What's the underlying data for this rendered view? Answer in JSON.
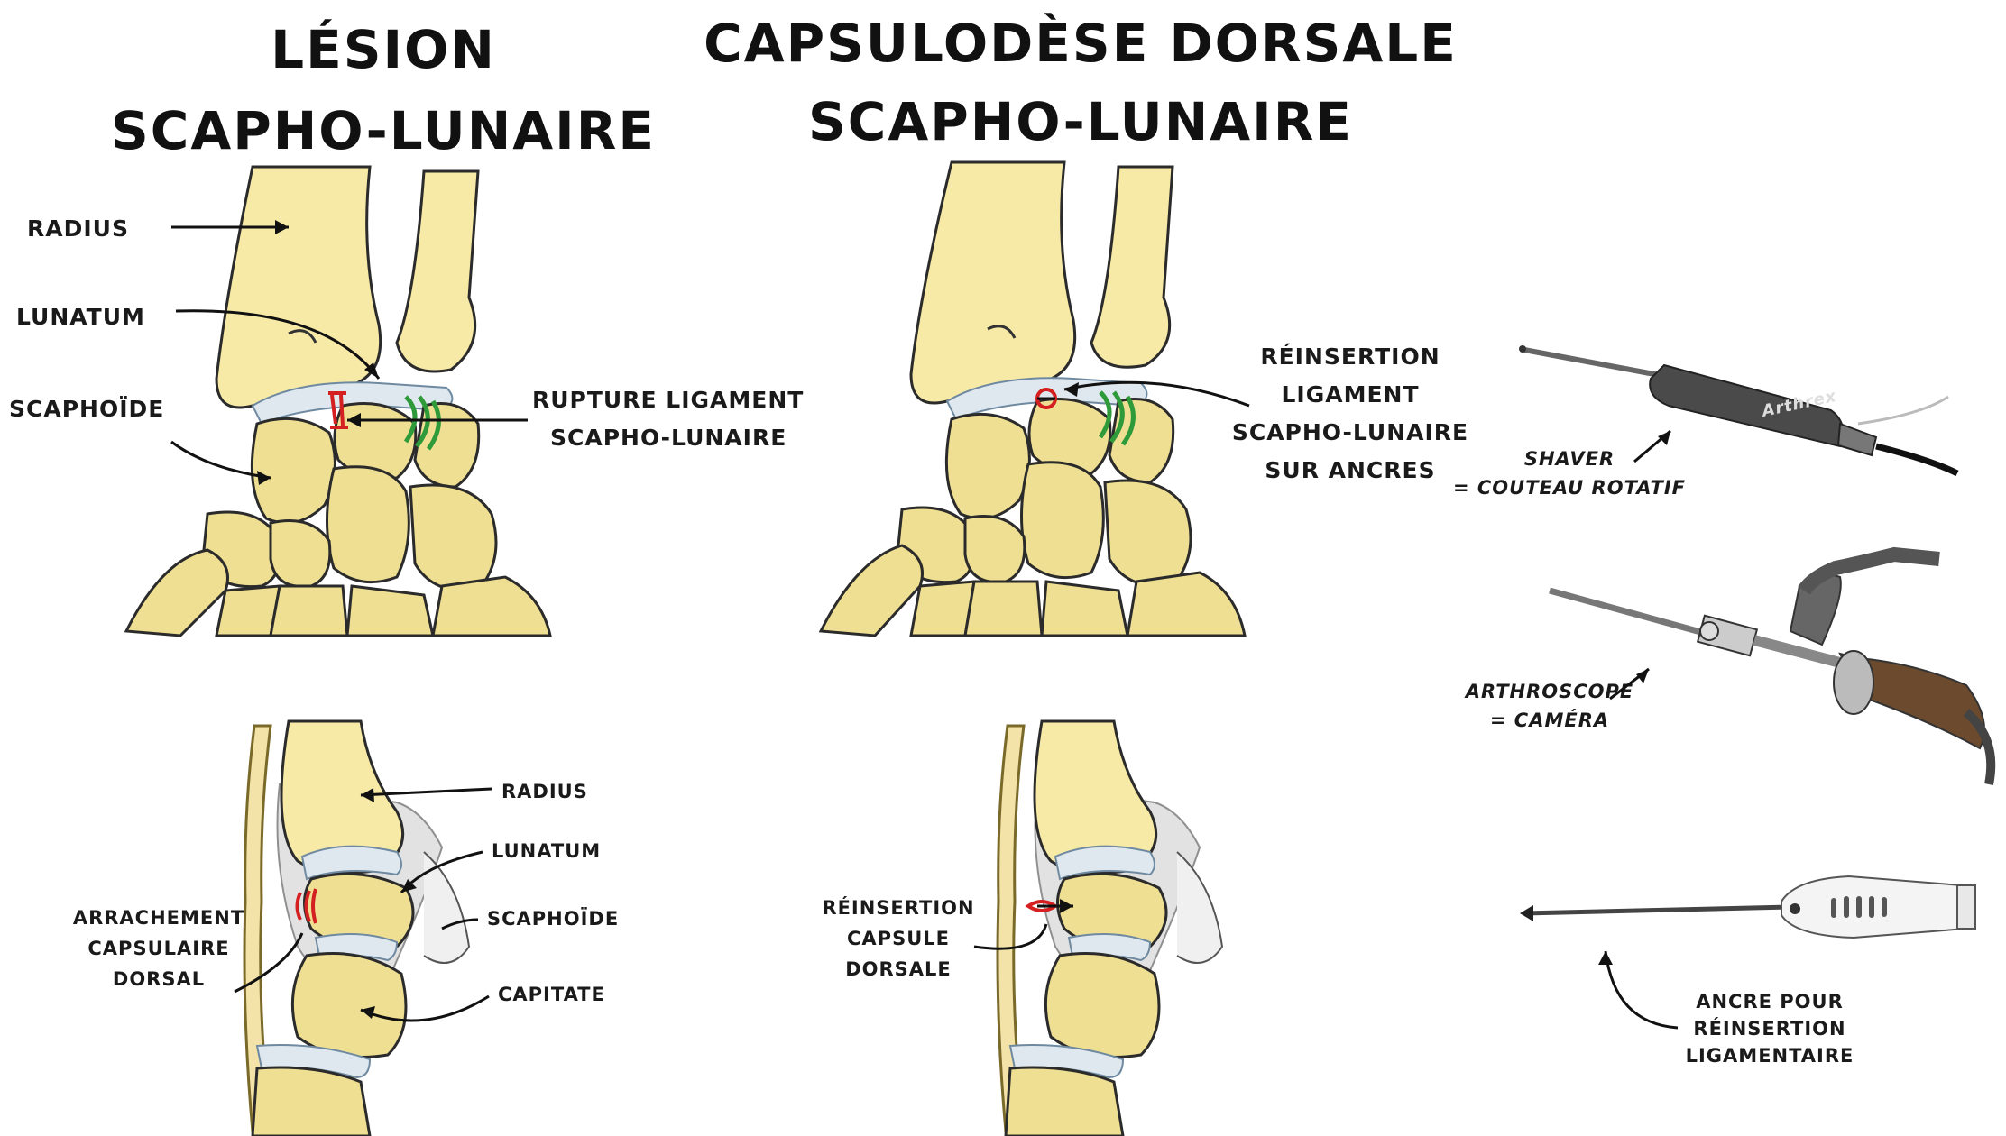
{
  "titles": {
    "left_line1": "LÉSION",
    "left_line2": "SCAPHO-LUNAIRE",
    "center_line1": "CAPSULODÈSE DORSALE",
    "center_line2": "SCAPHO-LUNAIRE"
  },
  "front_left_labels": {
    "radius": "RADIUS",
    "lunatum": "LUNATUM",
    "scaphoide": "SCAPHOÏDE",
    "rupture_line1": "RUPTURE LIGAMENT",
    "rupture_line2": "SCAPHO-LUNAIRE"
  },
  "front_center_labels": {
    "line1": "RÉINSERTION",
    "line2": "LIGAMENT",
    "line3": "SCAPHO-LUNAIRE",
    "line4": "SUR ANCRES"
  },
  "side_left_labels": {
    "radius": "RADIUS",
    "lunatum": "LUNATUM",
    "scaphoide": "SCAPHOÏDE",
    "capitate": "CAPITATE",
    "arrachement_line1": "ARRACHEMENT",
    "arrachement_line2": "CAPSULAIRE",
    "arrachement_line3": "DORSAL"
  },
  "side_center_labels": {
    "line1": "RÉINSERTION",
    "line2": "CAPSULE",
    "line3": "DORSALE"
  },
  "instruments": {
    "shaver_line1": "SHAVER",
    "shaver_line2": "= COUTEAU ROTATIF",
    "shaver_brand": "Arthrex",
    "arthroscope_line1": "ARTHROSCOPE",
    "arthroscope_line2": "= CAMÉRA",
    "anchor_line1": "ANCRE POUR",
    "anchor_line2": "RÉINSERTION",
    "anchor_line3": "LIGAMENTAIRE"
  },
  "colors": {
    "bone": "#f7eaa6",
    "cartilage": "#dfe8ef",
    "ligament": "#2f9a3a",
    "lesion": "#d42020",
    "instrument_dark": "#4a4a4a",
    "camera_handle": "#6b4a2e"
  }
}
